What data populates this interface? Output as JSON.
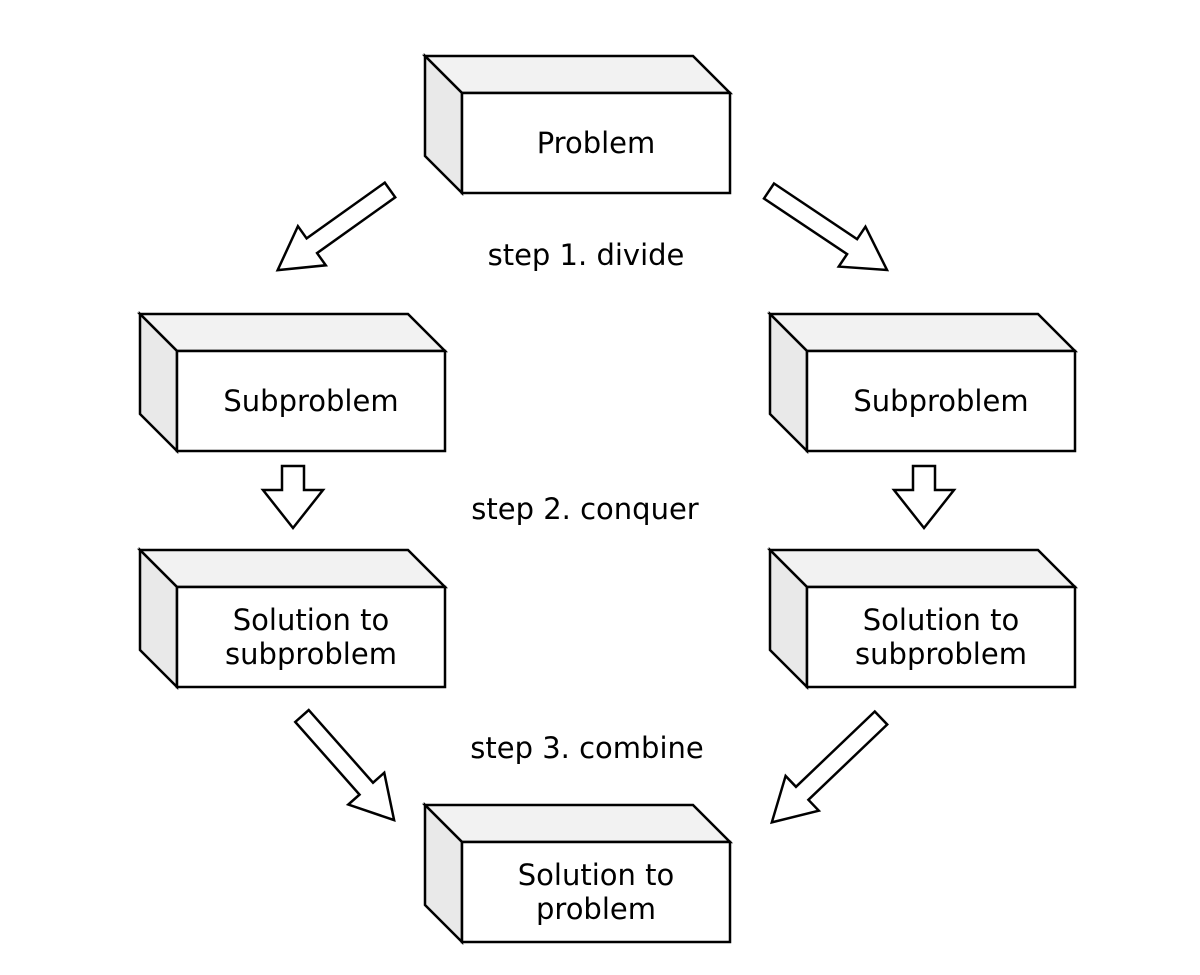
{
  "diagram": {
    "background_color": "#ffffff",
    "box_style": {
      "front_color": "#ffffff",
      "top_color": "#f2f2f2",
      "side_color": "#e9e9e9",
      "stroke_color": "#000000"
    },
    "nodes": {
      "problem": "Problem",
      "subproblem_left": "Subproblem",
      "subproblem_right": "Subproblem",
      "solution_subproblem_left": "Solution to subproblem",
      "solution_subproblem_right": "Solution to subproblem",
      "solution_problem": "Solution to problem"
    },
    "step_labels": {
      "divide": "step 1. divide",
      "conquer": "step 2. conquer",
      "combine": "step 3. combine"
    }
  }
}
